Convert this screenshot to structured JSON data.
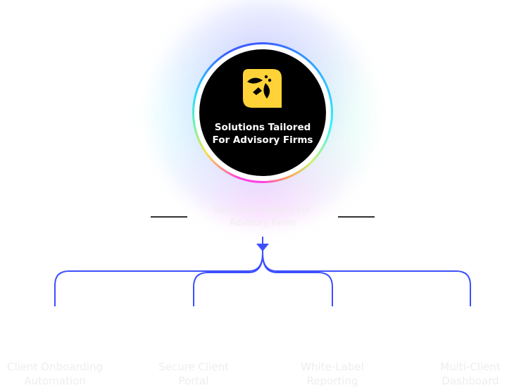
{
  "hub": {
    "title": "Solutions Tailored For Advisory Firms",
    "subtitle": "Solutions Tailored For Advisory Firms"
  },
  "features": [
    {
      "label": "Client Onboarding Automation"
    },
    {
      "label": "Secure Client Portal"
    },
    {
      "label": "White-Label Reporting"
    },
    {
      "label": "Multi-Client Dashboard"
    }
  ],
  "colors": {
    "connector": "#3d4fff",
    "logo": "#ffd338",
    "core": "#000000"
  }
}
